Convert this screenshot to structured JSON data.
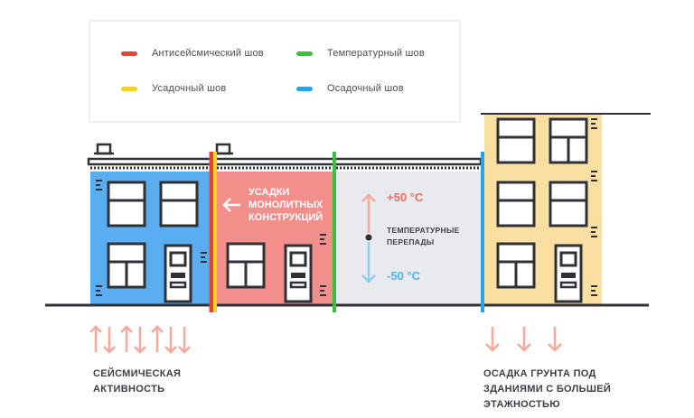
{
  "legend": {
    "items": [
      {
        "label": "Антисейсмический шов",
        "color": "#e5443c"
      },
      {
        "label": "Температурный шов",
        "color": "#36c23a"
      },
      {
        "label": "Усадочный шов",
        "color": "#f6cf23"
      },
      {
        "label": "Осадочный шов",
        "color": "#2aa4df"
      }
    ]
  },
  "annotations": {
    "shrinkage": [
      "УСАДКИ",
      "МОНОЛИТНЫХ",
      "КОНСТРУКЦИЙ"
    ],
    "temp_high": "+50 °C",
    "temp_low": "-50 °C",
    "temp_label": [
      "ТЕМПЕРАТУРНЫЕ",
      "ПЕРЕПАДЫ"
    ],
    "seismic": [
      "СЕЙСМИЧЕСКАЯ",
      "АКТИВНОСТЬ"
    ],
    "settlement": [
      "ОСАДКА ГРУНТА ПОД",
      "ЗДАНИЯМИ С БОЛЬШЕЙ",
      "ЭТАЖНОСТЬЮ"
    ]
  },
  "colors": {
    "building_blue": "#5aaef0",
    "building_red": "#f38f8b",
    "building_gray": "#e8eaee",
    "building_yellow": "#f9dfa2",
    "outline": "#2f3136",
    "arrow_red": "#f5a89b",
    "arrow_blue": "#8fcdf0"
  }
}
